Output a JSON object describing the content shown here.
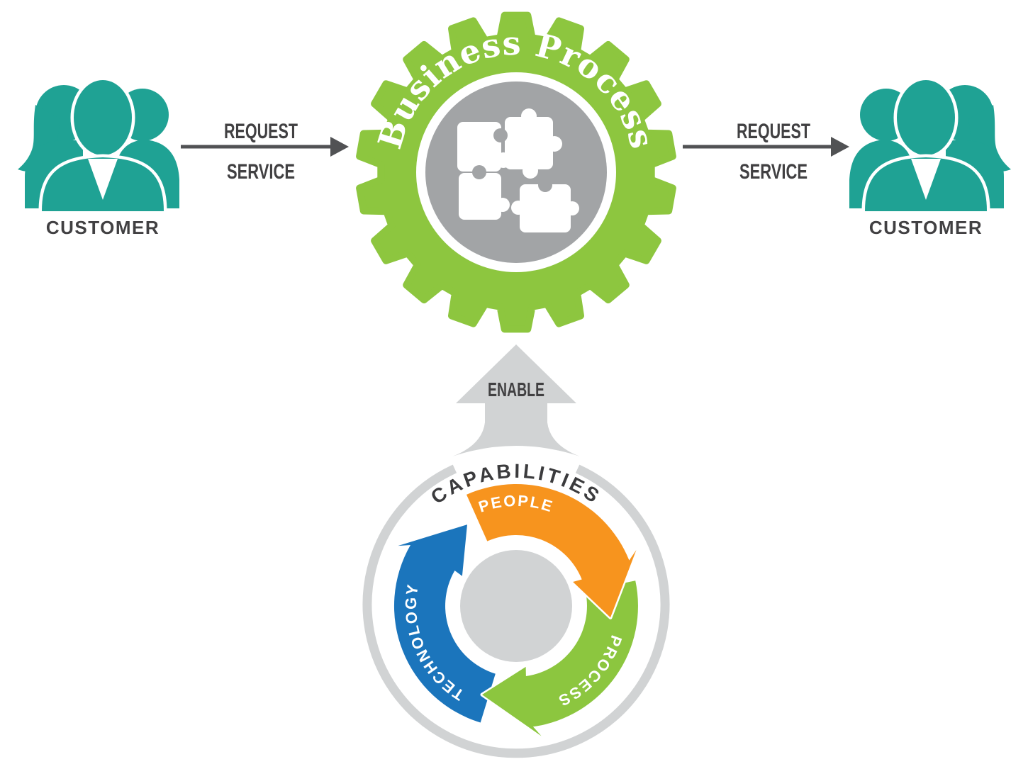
{
  "flow": {
    "customer_left": "CUSTOMER",
    "customer_right": "CUSTOMER",
    "request_left": {
      "top": "REQUEST",
      "bottom": "SERVICE"
    },
    "request_right": {
      "top": "REQUEST",
      "bottom": "SERVICE"
    },
    "business_process": "Business Process",
    "enable": "ENABLE",
    "capabilities_title": "CAPABILITIES",
    "cycle": [
      {
        "label": "PEOPLE",
        "color": "#F7941E"
      },
      {
        "label": "PROCESS",
        "color": "#8CC63F"
      },
      {
        "label": "TECHNOLOGY",
        "color": "#1B75BC"
      }
    ]
  },
  "colors": {
    "teal": "#1FA294",
    "gear_green": "#8DC63F",
    "gear_inner_gray": "#A2A4A6",
    "light_gray": "#D1D3D4",
    "dark_text": "#414042",
    "arrow_shaft": "#515254",
    "white": "#FFFFFF"
  },
  "icons": {
    "customer": "people-group-icon",
    "gear": "gear-icon",
    "puzzle": "puzzle-pieces-icon",
    "enable": "up-arrow-icon",
    "cycle": "circular-arrows-icon"
  }
}
